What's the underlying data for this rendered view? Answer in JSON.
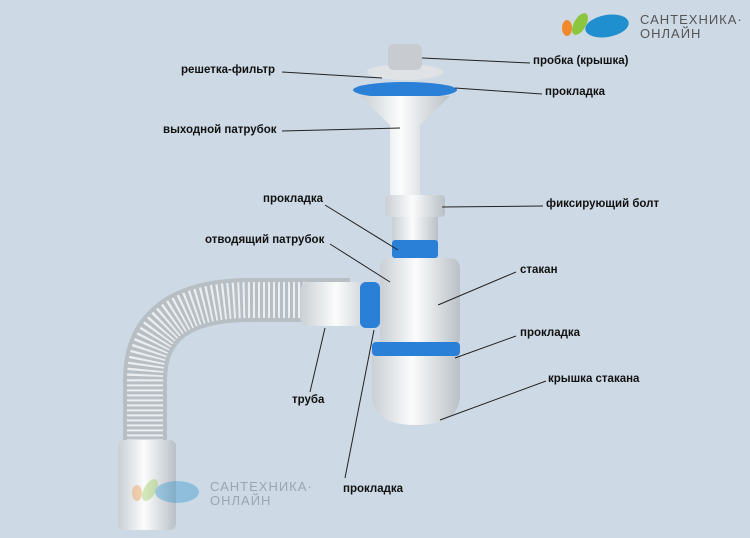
{
  "logo": {
    "line1": "САНТЕХНИКА·",
    "line2": "ОНЛАЙН",
    "colors": [
      "#f08a2a",
      "#8cc63e",
      "#1f8fd0"
    ]
  },
  "watermark": {
    "line1": "САНТЕХНИКА·",
    "line2": "ОНЛАЙН"
  },
  "labels": {
    "strainer": "решетка-фильтр",
    "plug": "пробка (крышка)",
    "gasket_top": "прокладка",
    "outlet": "выходной патрубок",
    "gasket_mid": "прокладка",
    "bolt": "фиксирующий болт",
    "branch": "отводящий патрубок",
    "cup": "стакан",
    "gasket_cup": "прокладка",
    "cup_cap": "крышка стакана",
    "pipe": "труба",
    "gasket_bottom": "прокладка"
  },
  "colors": {
    "background": "#cdd9e4",
    "plastic": "#eef1f3",
    "gasket": "#2a7fd6"
  }
}
